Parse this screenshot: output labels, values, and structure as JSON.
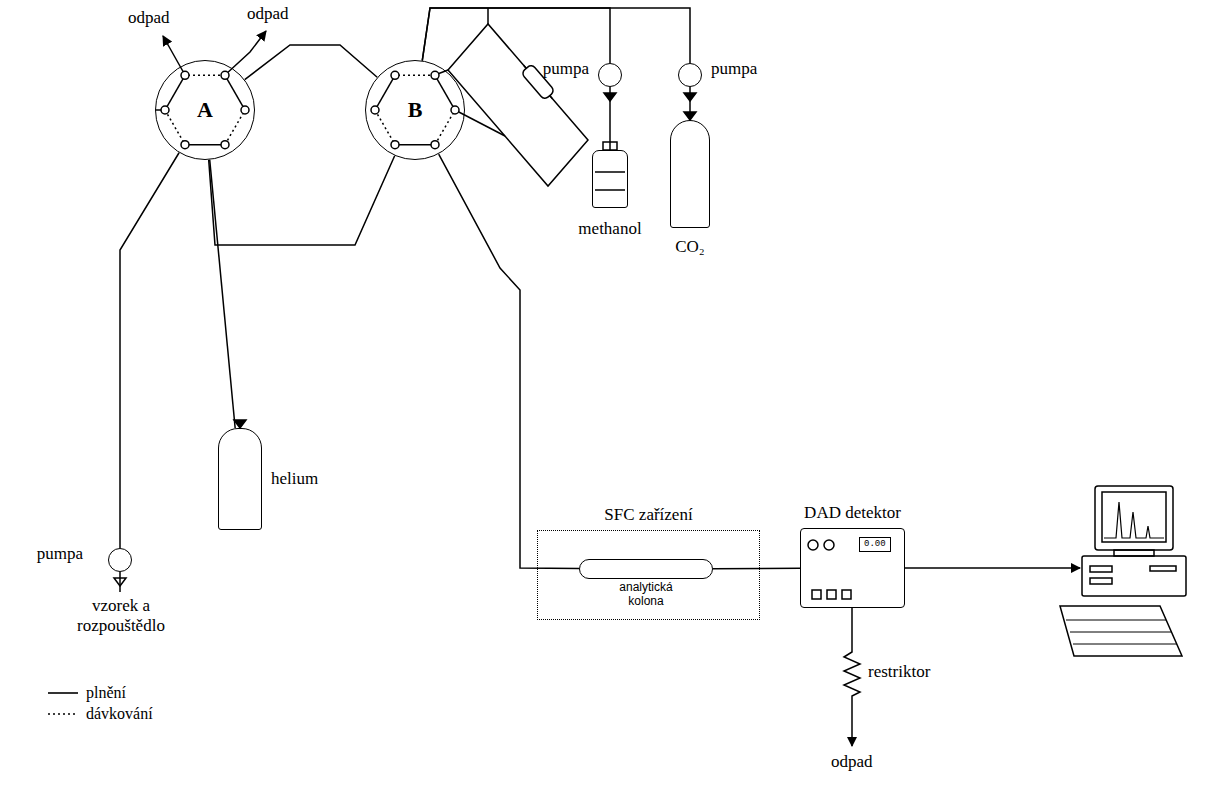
{
  "diagram": {
    "nodes": [
      {
        "text": [
          "A"
        ]
      },
      {
        "text": [
          "B"
        ]
      },
      {
        "text": [
          "pumpa"
        ]
      },
      {
        "text": [
          "helium"
        ]
      },
      {
        "text": [
          "pumpa"
        ]
      },
      {
        "text": [
          "methanol"
        ]
      },
      {
        "text": [
          "pumpa"
        ]
      },
      {
        "text": [
          "CO₂"
        ]
      },
      {
        "text": [
          "SFC zařízení"
        ]
      },
      {
        "text": [
          "analytická kolona"
        ],
        "in": 8
      },
      {
        "text": [
          "DAD detektor",
          "0.00"
        ]
      }
    ],
    "edges": [
      {
        "from": 2,
        "to": 0,
        "arrow": "none"
      },
      {
        "from": 3,
        "to": 0,
        "arrow": "none"
      },
      {
        "from": 0,
        "to": 1,
        "arrow": "none"
      },
      {
        "from": 0,
        "to": 1,
        "arrow": "none"
      },
      {
        "from": 5,
        "to": 4,
        "arrow": "none"
      },
      {
        "from": 4,
        "to": 1,
        "arrow": "none"
      },
      {
        "from": 7,
        "to": 6,
        "arrow": "none"
      },
      {
        "from": 6,
        "to": 1,
        "arrow": "none"
      },
      {
        "from": 1,
        "to": 9,
        "arrow": "none"
      },
      {
        "from": 9,
        "to": 10,
        "arrow": "none"
      }
    ],
    "labels": [
      "odpad",
      "odpad",
      "vzorek a rozpouštědlo",
      "restriktor",
      "odpad"
    ],
    "legend": [
      {
        "text": "plnění"
      },
      {
        "text": "dávkování"
      }
    ]
  }
}
